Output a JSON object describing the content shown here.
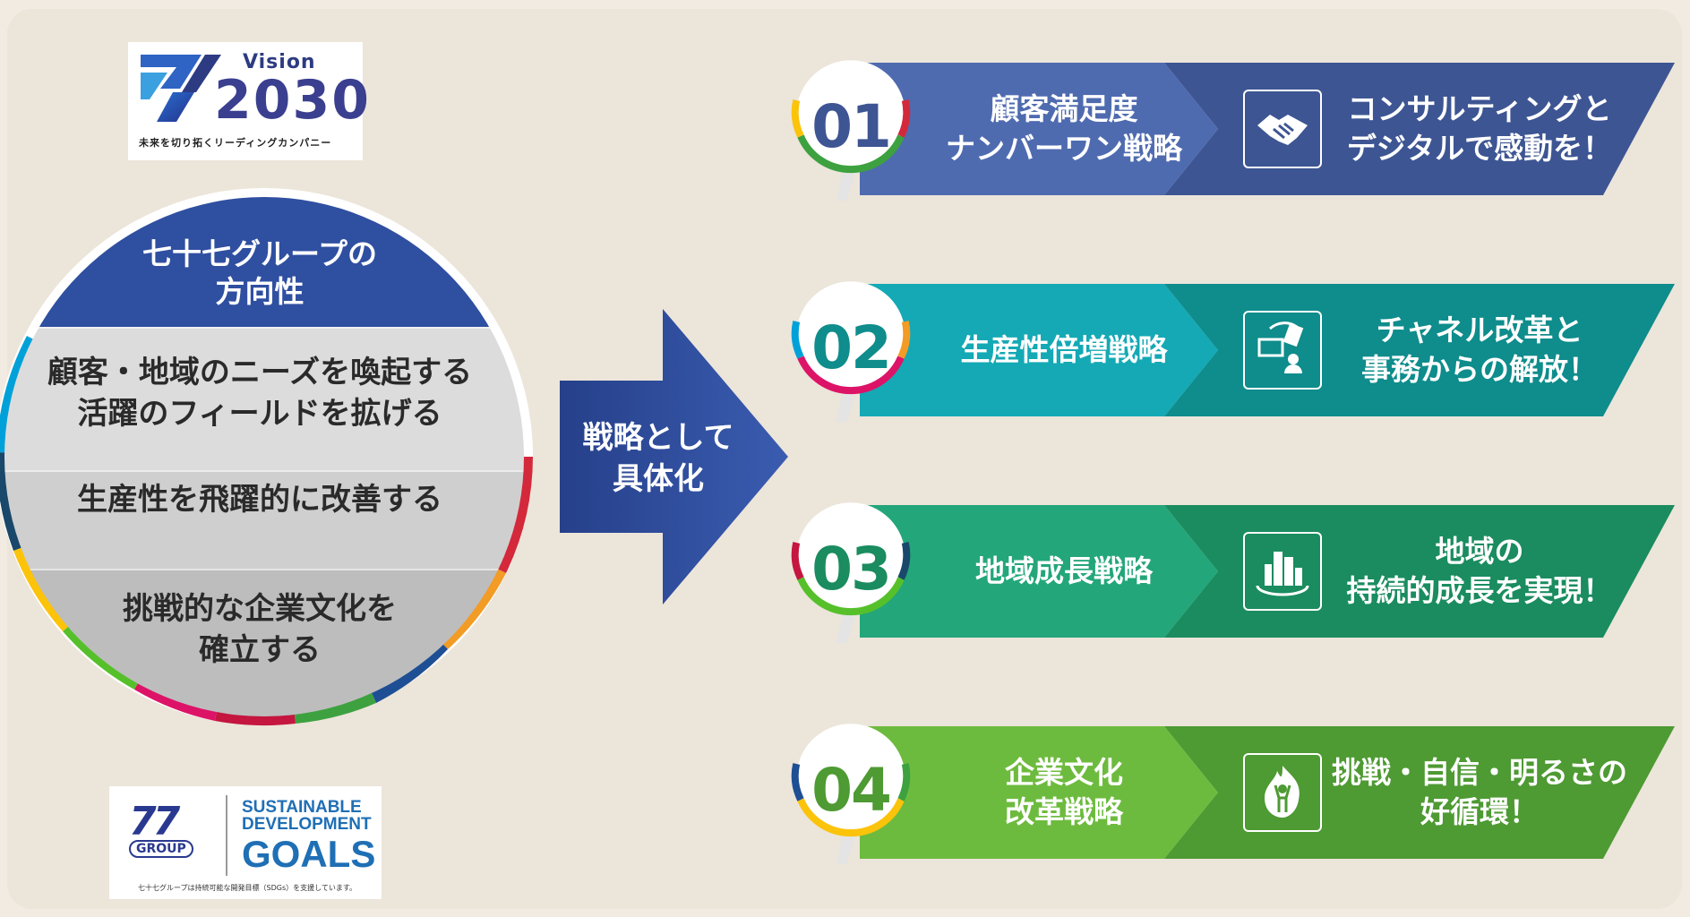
{
  "vision_logo": {
    "word": "Vision",
    "year": "2030",
    "tagline": "未来を切り拓くリーディングカンパニー"
  },
  "circle": {
    "title": [
      "七十七グループの",
      "方向性"
    ],
    "items": [
      [
        "顧客・地域のニーズを喚起する",
        "活躍のフィールドを拡げる"
      ],
      [
        "生産性を飛躍的に改善する"
      ],
      [
        "挑戦的な企業文化を",
        "確立する"
      ]
    ]
  },
  "arrow": {
    "lines": [
      "戦略として",
      "具体化"
    ]
  },
  "strategies": [
    {
      "number": "01",
      "name": [
        "顧客満足度",
        "ナンバーワン戦略"
      ],
      "icon": "handshake-icon",
      "slogan": [
        "コンサルティングと",
        "デジタルで感動を！"
      ],
      "color_main": "#4f6bb0",
      "color_dark": "#3d5593"
    },
    {
      "number": "02",
      "name": [
        "生産性倍増戦略"
      ],
      "icon": "channel-reform-icon",
      "slogan": [
        "チャネル改革と",
        "事務からの解放！"
      ],
      "color_main": "#14a9b5",
      "color_dark": "#0f8c8c"
    },
    {
      "number": "03",
      "name": [
        "地域成長戦略"
      ],
      "icon": "city-growth-icon",
      "slogan": [
        "地域の",
        "持続的成長を実現！"
      ],
      "color_main": "#23a67a",
      "color_dark": "#1a8c5f"
    },
    {
      "number": "04",
      "name": [
        "企業文化",
        "改革戦略"
      ],
      "icon": "fire-person-icon",
      "slogan": [
        "挑戦・自信・明るさの",
        "好循環！"
      ],
      "color_main": "#6dbb3e",
      "color_dark": "#4e9a33"
    }
  ],
  "sdg_logo": {
    "group_mark": "77",
    "group_label": "GROUP",
    "lines": [
      "SUSTAINABLE",
      "DEVELOPMENT"
    ],
    "goals": "GOALS",
    "caption": "七十七グループは持続可能な開発目標（SDGs）を支援しています。"
  },
  "colors": {
    "background": "#ece5da",
    "circle_title": "#2f4fa0",
    "arrow": "#2f4a9a"
  }
}
